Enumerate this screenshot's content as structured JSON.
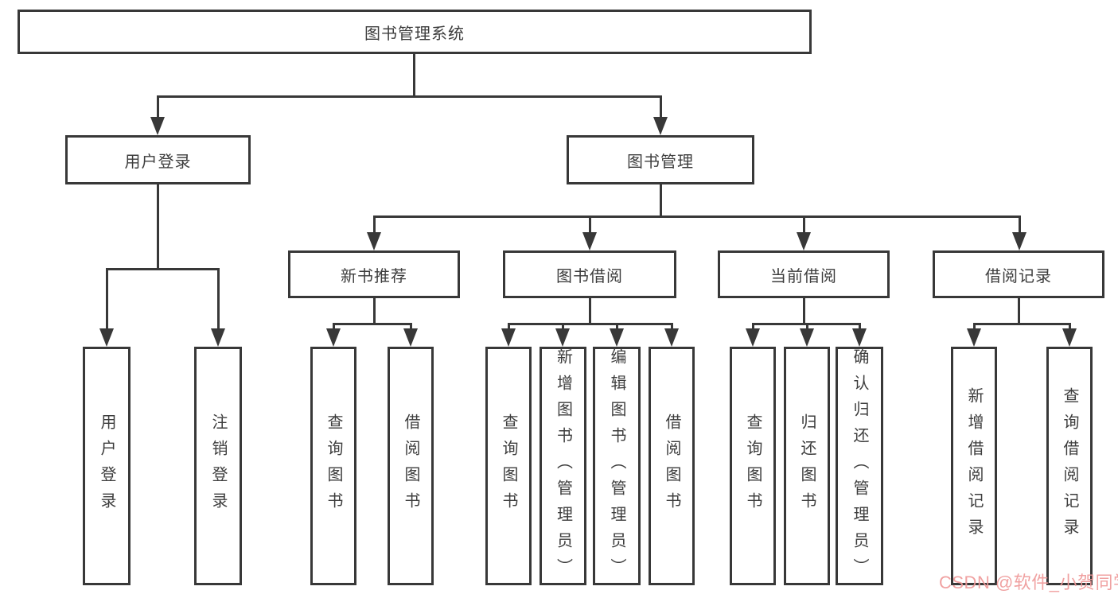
{
  "tree": {
    "root": "图书管理系统",
    "level2": [
      {
        "label": "用户登录",
        "children": [
          "用户登录",
          "注销登录"
        ]
      },
      {
        "label": "图书管理"
      }
    ],
    "level3": [
      {
        "label": "新书推荐",
        "children": [
          "查询图书",
          "借阅图书"
        ]
      },
      {
        "label": "图书借阅",
        "children": [
          "查询图书",
          "新增图书（管理员）",
          "编辑图书（管理员）",
          "借阅图书"
        ]
      },
      {
        "label": "当前借阅",
        "children": [
          "查询图书",
          "归还图书",
          "确认归还（管理员）"
        ]
      },
      {
        "label": "借阅记录",
        "children": [
          "新增借阅记录",
          "查询借阅记录"
        ]
      }
    ]
  },
  "watermark": {
    "text": "CSDN @软件_小贺同学",
    "color": "#ef9a9a"
  },
  "colors": {
    "line": "#383838",
    "text": "#3d3d3d",
    "background": "#ffffff"
  }
}
